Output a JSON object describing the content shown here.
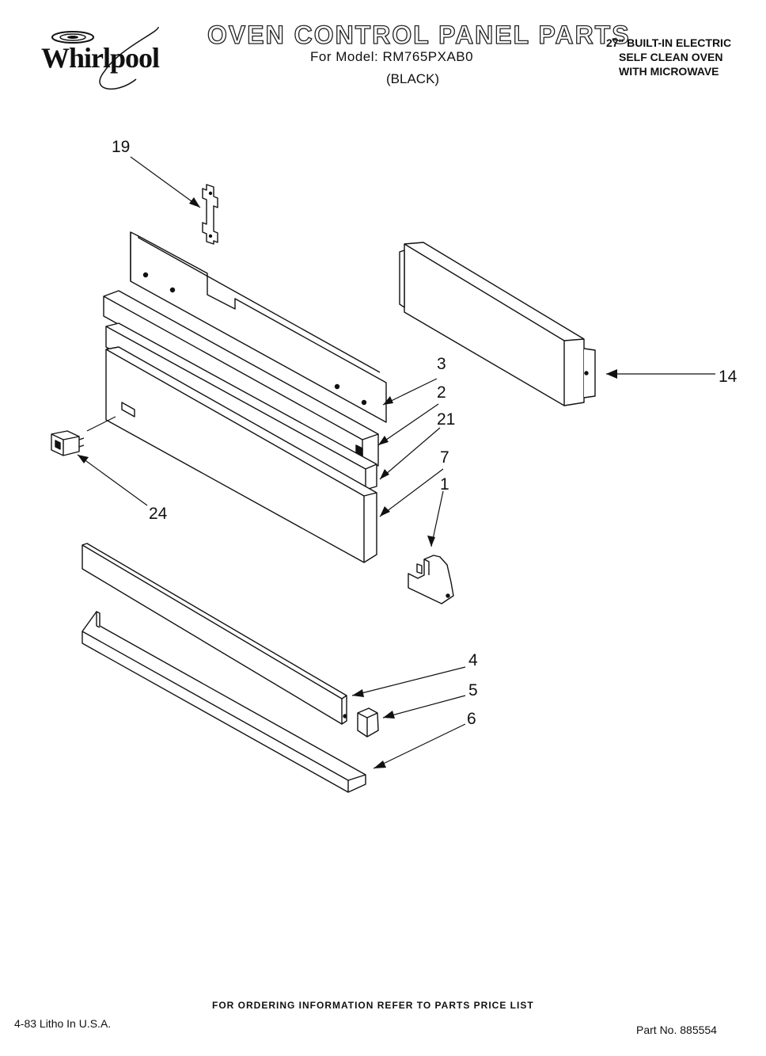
{
  "header": {
    "brand": "Whirlpool",
    "title": "OVEN CONTROL PANEL PARTS",
    "model_line": "For Model: RM765PXAB0",
    "color_line": "(BLACK)",
    "spec_lines": [
      "27\" BUILT-IN ELECTRIC",
      "SELF CLEAN OVEN",
      "WITH MICROWAVE"
    ]
  },
  "callouts": {
    "c19": "19",
    "c3": "3",
    "c2": "2",
    "c21": "21",
    "c7": "7",
    "c1": "1",
    "c14": "14",
    "c24": "24",
    "c4": "4",
    "c5": "5",
    "c6": "6"
  },
  "footer": {
    "ordering": "FOR ORDERING INFORMATION REFER TO PARTS PRICE LIST",
    "litho": "4-83 Litho In U.S.A.",
    "part_no": "Part No. 885554"
  }
}
